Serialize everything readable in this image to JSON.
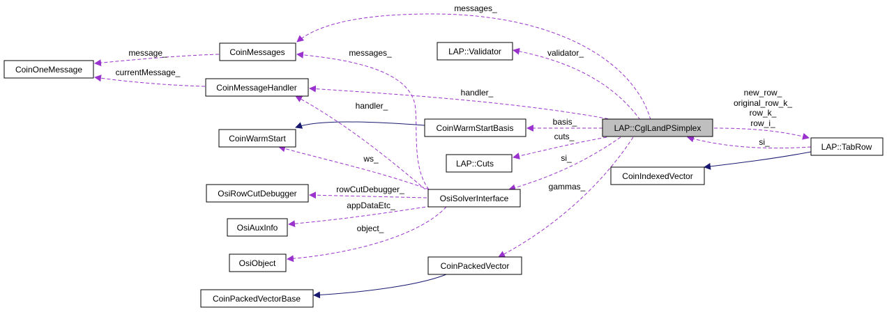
{
  "colors": {
    "usage_edge": "#9a32cd",
    "inherit_edge": "#191970",
    "focus_fill": "#bfbfbf",
    "node_fill": "#ffffff"
  },
  "nodes": {
    "coin_one_message": "CoinOneMessage",
    "coin_messages": "CoinMessages",
    "coin_message_handler": "CoinMessageHandler",
    "coin_warm_start": "CoinWarmStart",
    "osi_row_cut_debugger": "OsiRowCutDebugger",
    "osi_aux_info": "OsiAuxInfo",
    "osi_object": "OsiObject",
    "coin_packed_vector_base": "CoinPackedVectorBase",
    "lap_validator": "LAP::Validator",
    "coin_warm_start_basis": "CoinWarmStartBasis",
    "lap_cuts": "LAP::Cuts",
    "osi_solver_interface": "OsiSolverInterface",
    "coin_packed_vector": "CoinPackedVector",
    "lap_cgl_land_p_simplex": "LAP::CglLandPSimplex",
    "coin_indexed_vector": "CoinIndexedVector",
    "lap_tab_row": "LAP::TabRow"
  },
  "edge_labels": {
    "messages_top": "messages_",
    "message": "message_",
    "current_message": "currentMessage_",
    "messages_mid": "messages_",
    "validator": "validator_",
    "handler_top": "handler_",
    "handler_left": "handler_",
    "tabrow_members": [
      "new_row_",
      "original_row_k_",
      "row_k_",
      "row_i_"
    ],
    "basis": "basis_",
    "cuts": "cuts_",
    "si_right": "si_",
    "si_mid": "si_",
    "ws": "ws_",
    "row_cut_debugger": "rowCutDebugger_",
    "app_data_etc": "appDataEtc_",
    "gammas": "gammas_",
    "object": "object_"
  }
}
